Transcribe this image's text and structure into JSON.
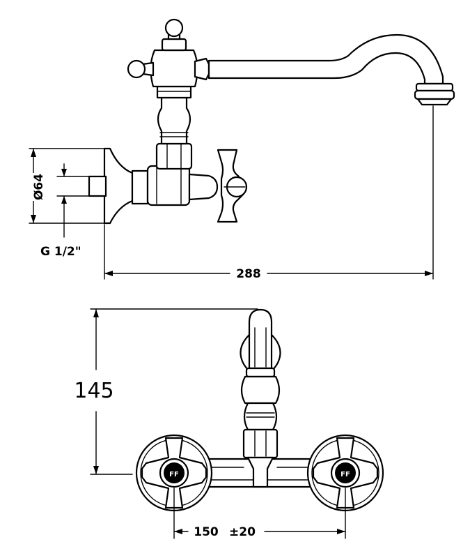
{
  "dimensions": {
    "flange_diameter": "Ø64",
    "thread": "G 1/2\"",
    "spout_reach": "288",
    "height": "145",
    "centers": "150",
    "centers_tolerance": "±20"
  }
}
